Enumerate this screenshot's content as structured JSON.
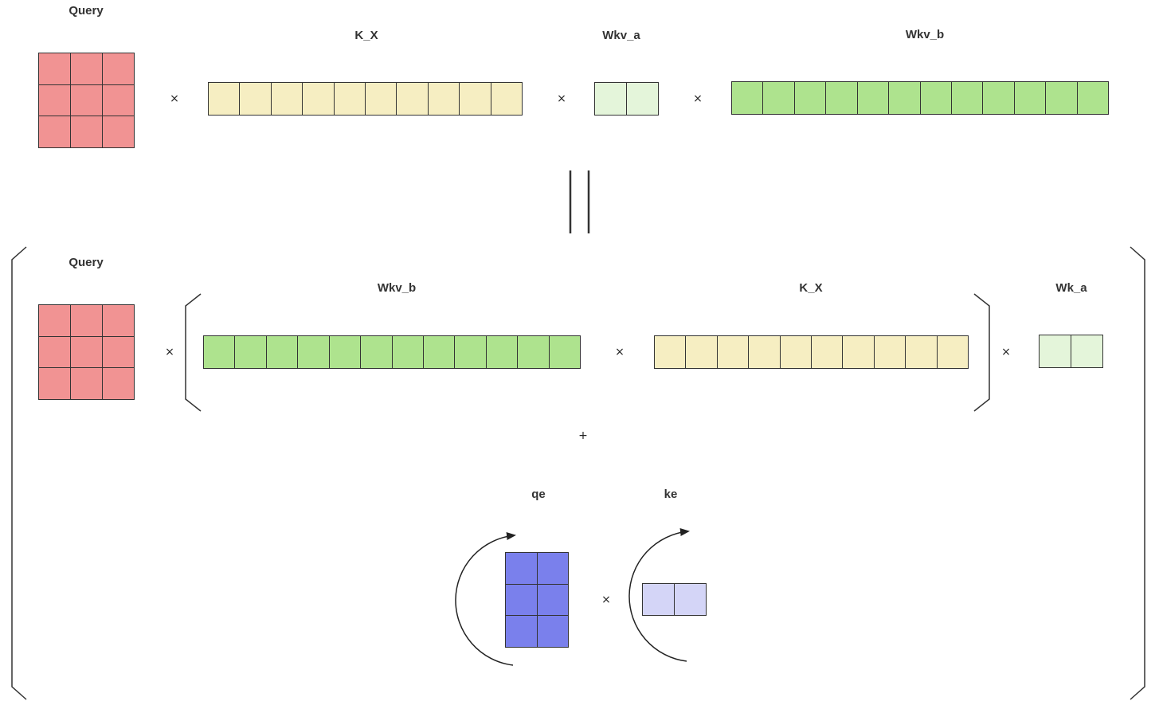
{
  "labels": {
    "query_top": "Query",
    "kx_top": "K_X",
    "wkva_top": "Wkv_a",
    "wkvb_top": "Wkv_b",
    "query_bottom": "Query",
    "wkvb_bottom": "Wkv_b",
    "kx_bottom": "K_X",
    "wka_bottom": "Wk_a",
    "qe": "qe",
    "ke": "ke"
  },
  "operators": {
    "times": "×",
    "plus": "+"
  },
  "colors": {
    "query": "#f19393",
    "kx": "#f6eec2",
    "wkv_a": "#e4f5da",
    "wkv_b": "#aee38e",
    "qe": "#7a80ec",
    "ke": "#d4d5f7",
    "stroke": "#333333"
  }
}
